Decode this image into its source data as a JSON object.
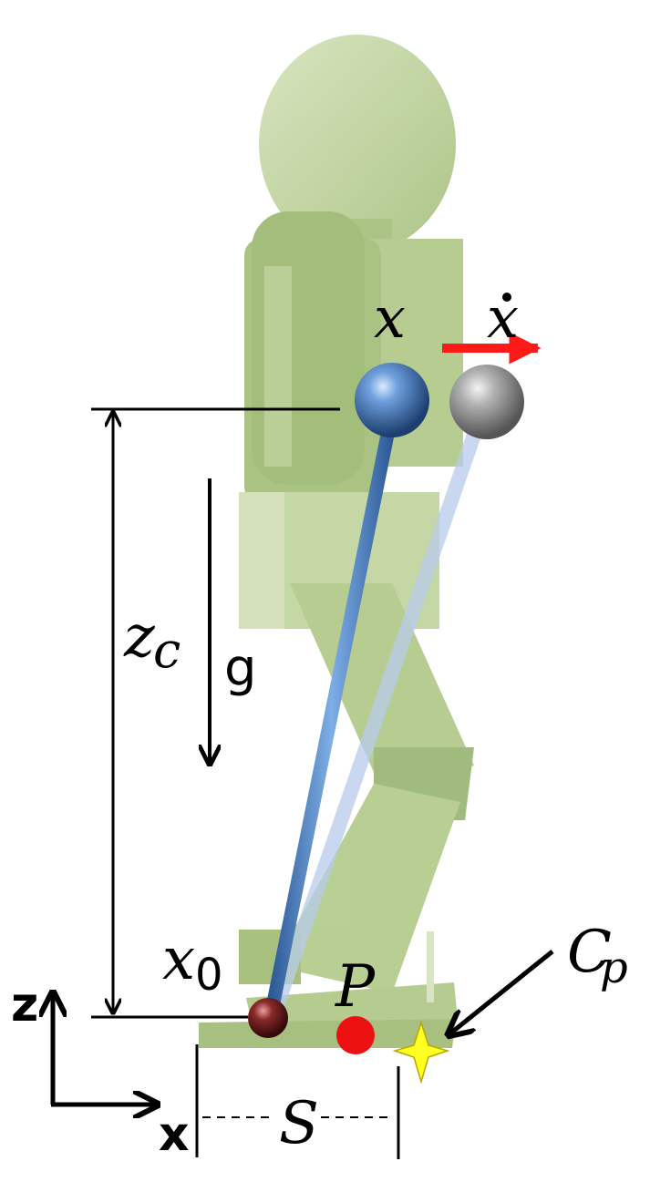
{
  "labels": {
    "com_position": "x",
    "com_velocity": "x",
    "height": "z",
    "height_subscript": "c",
    "gravity": "g",
    "support_point": "x",
    "support_subscript": "0",
    "pressure_center": "P",
    "capture_point": "C",
    "capture_subscript": "p",
    "support_length": "S",
    "axis_z": "z",
    "axis_x": "x"
  },
  "colors": {
    "robot_body": "#b5cc8e",
    "robot_shade": "#9bb877",
    "com_ball": "#3f74b8",
    "ghost_ball": "#9a9a9a",
    "pendulum_rod": "#4a7fc4",
    "ankle_ball": "#6a1a1a",
    "velocity_arrow": "#ff1a1a",
    "cop_marker": "#ee1111",
    "capture_star": "#ffff22",
    "line": "#000000"
  }
}
